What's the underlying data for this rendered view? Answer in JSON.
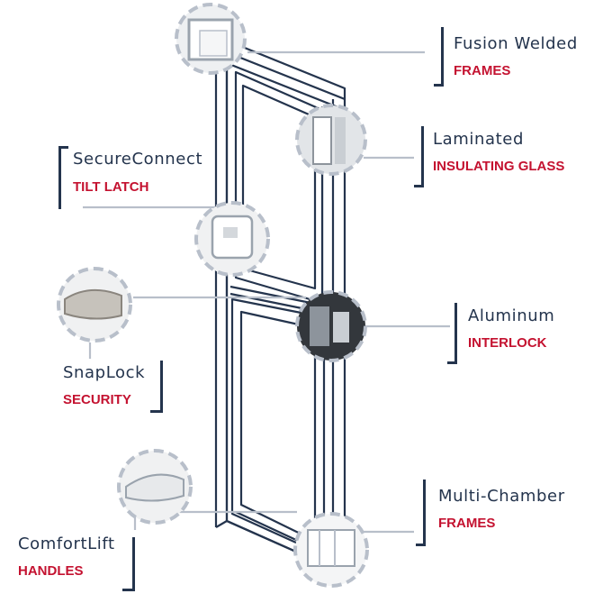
{
  "callouts": [
    {
      "name": "Fusion Welded",
      "feature": "FRAMES"
    },
    {
      "name": "Laminated",
      "feature": "INSULATING GLASS"
    },
    {
      "name": "SecureConnect",
      "feature": "TILT LATCH"
    },
    {
      "name": "Aluminum",
      "feature": "INTERLOCK"
    },
    {
      "name": "SnapLock",
      "feature": "SECURITY"
    },
    {
      "name": "Multi-Chamber",
      "feature": "FRAMES"
    },
    {
      "name": "ComfortLift",
      "feature": "HANDLES"
    }
  ],
  "colors": {
    "name_text": "#24344d",
    "feature_text": "#c41230",
    "frame_outline": "#24344d",
    "dashed_ring": "#b8bfca",
    "leader_line": "#b8bfca"
  }
}
